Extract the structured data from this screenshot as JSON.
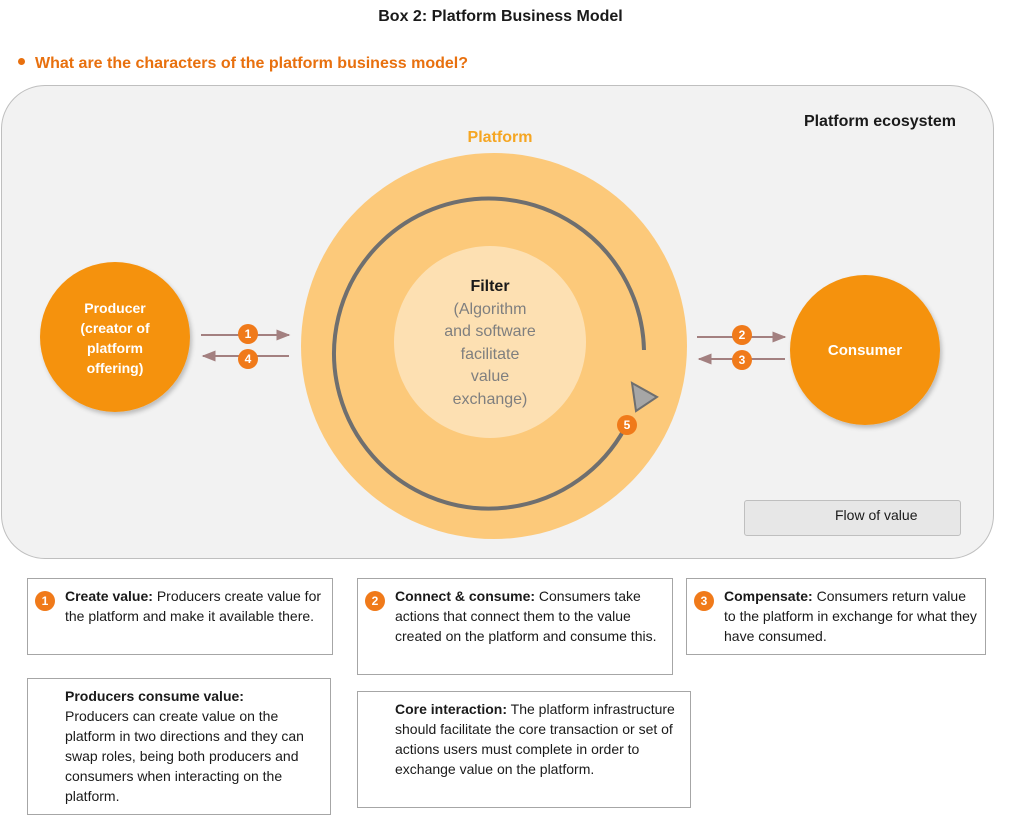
{
  "title": "Box 2: Platform Business Model",
  "question": "What are the characters of the platform business model?",
  "ecosystem_label": "Platform ecosystem",
  "platform_label": "Platform",
  "producer_lines": [
    "Producer",
    "(creator of",
    "platform",
    "offering)"
  ],
  "consumer_label": "Consumer",
  "filter": {
    "title": "Filter",
    "lines": [
      "(Algorithm",
      "and software",
      "facilitate",
      "value",
      "exchange)"
    ]
  },
  "badges": {
    "b1": "1",
    "b2": "2",
    "b3": "3",
    "b4": "4",
    "b5": "5"
  },
  "legend": {
    "label": "Flow of value"
  },
  "cards": {
    "c1": {
      "num": "1",
      "heading": "Create value:",
      "body": " Producers create value for the platform and make it available there."
    },
    "c2": {
      "num": "2",
      "heading": "Connect & consume:",
      "body": " Consumers take actions that connect them to the value created on the platform and consume this."
    },
    "c3": {
      "num": "3",
      "heading": "Compensate:",
      "body": " Consumers return value to the platform in exchange for what they have consumed."
    },
    "c4": {
      "heading": "Producers consume value:",
      "body": "Producers can create value on the platform in two directions and they can swap roles, being both producers and consumers when interacting on the platform."
    },
    "c5": {
      "heading": "Core interaction:",
      "body": " The platform infrastructure should facilitate the core transaction or set of actions users must complete in order to exchange value on the platform."
    }
  },
  "colors": {
    "orange": "#f5920f",
    "badge": "#f07a1a",
    "platform_outer": "#fcc97a",
    "platform_inner": "#fde0b2",
    "arrow": "#a38080",
    "loop": "#6f6f6f"
  }
}
